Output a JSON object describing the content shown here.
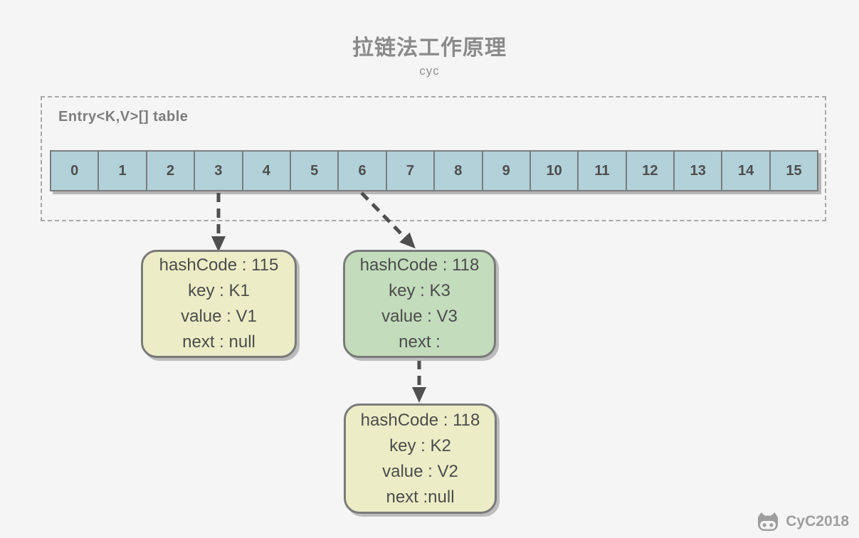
{
  "title": "拉链法工作原理",
  "subtitle": "cyc",
  "array_panel": {
    "label": "Entry<K,V>[] table",
    "cells": [
      "0",
      "1",
      "2",
      "3",
      "4",
      "5",
      "6",
      "7",
      "8",
      "9",
      "10",
      "11",
      "12",
      "13",
      "14",
      "15"
    ]
  },
  "nodes": {
    "k1": {
      "fill": "#ecedc6",
      "lines": [
        "hashCode : 115",
        "key : K1",
        "value : V1",
        "next : null"
      ]
    },
    "k3": {
      "fill": "#c3dcbc",
      "lines": [
        "hashCode : 118",
        "key : K3",
        "value : V3",
        "next :"
      ]
    },
    "k2": {
      "fill": "#ecedc6",
      "lines": [
        "hashCode : 118",
        "key : K2",
        "value : V2",
        "next :null"
      ]
    }
  },
  "watermark": {
    "label": "CyC2018"
  },
  "colors": {
    "background": "#f5f5f6",
    "cell_fill": "#b2d1d8",
    "node_yellow": "#ecedc6",
    "node_green": "#c3dcbc",
    "box_border": "#7a7a7a",
    "arrow": "#4f4f4f",
    "title_gray": "#8a8a8a",
    "watermark_gray": "#9e9e9e"
  }
}
